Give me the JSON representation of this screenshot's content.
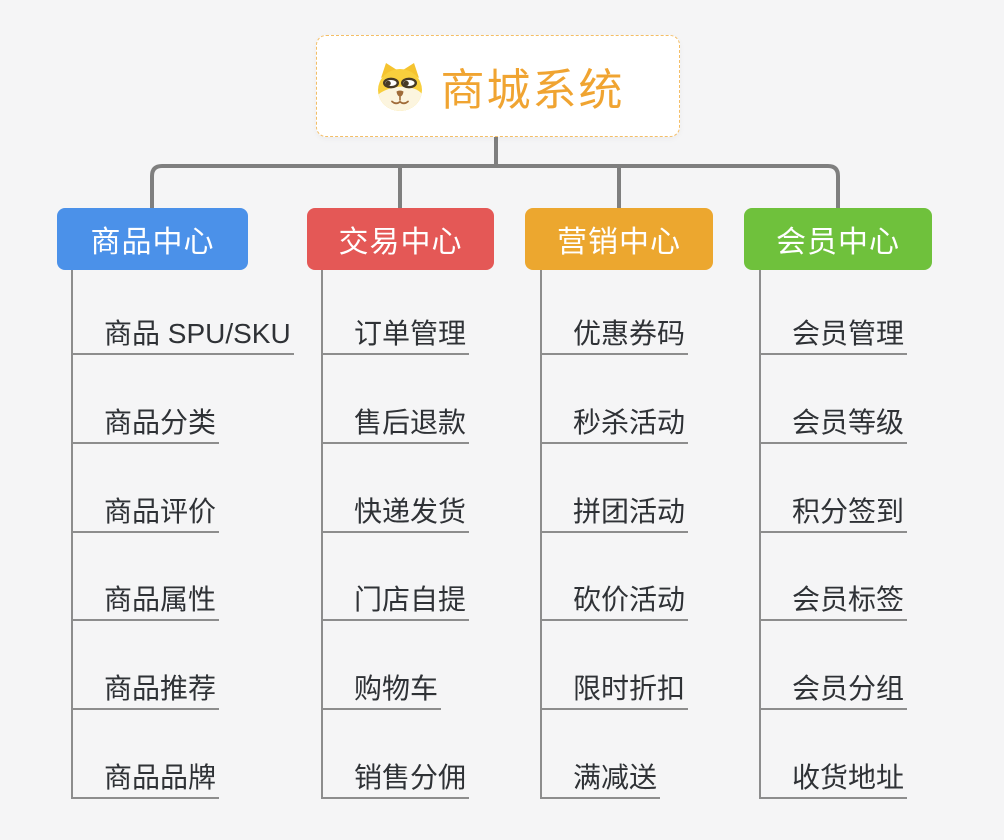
{
  "background": "#f5f5f6",
  "connector_colors": {
    "main": "#7f7f7f",
    "leaf": "#8d8d8d"
  },
  "root": {
    "title": "商城系统",
    "title_color": "#f0a431",
    "border_color": "#f4be66",
    "icon": "doge-face-icon"
  },
  "branches": [
    {
      "label": "商品中心",
      "color": "#4b91e9",
      "children": [
        "商品 SPU/SKU",
        "商品分类",
        "商品评价",
        "商品属性",
        "商品推荐",
        "商品品牌"
      ]
    },
    {
      "label": "交易中心",
      "color": "#e45856",
      "children": [
        "订单管理",
        "售后退款",
        "快递发货",
        "门店自提",
        "购物车",
        "销售分佣"
      ]
    },
    {
      "label": "营销中心",
      "color": "#eca72f",
      "children": [
        "优惠券码",
        "秒杀活动",
        "拼团活动",
        "砍价活动",
        "限时折扣",
        "满减送"
      ]
    },
    {
      "label": "会员中心",
      "color": "#6fc13c",
      "children": [
        "会员管理",
        "会员等级",
        "积分签到",
        "会员标签",
        "会员分组",
        "收货地址"
      ]
    }
  ]
}
